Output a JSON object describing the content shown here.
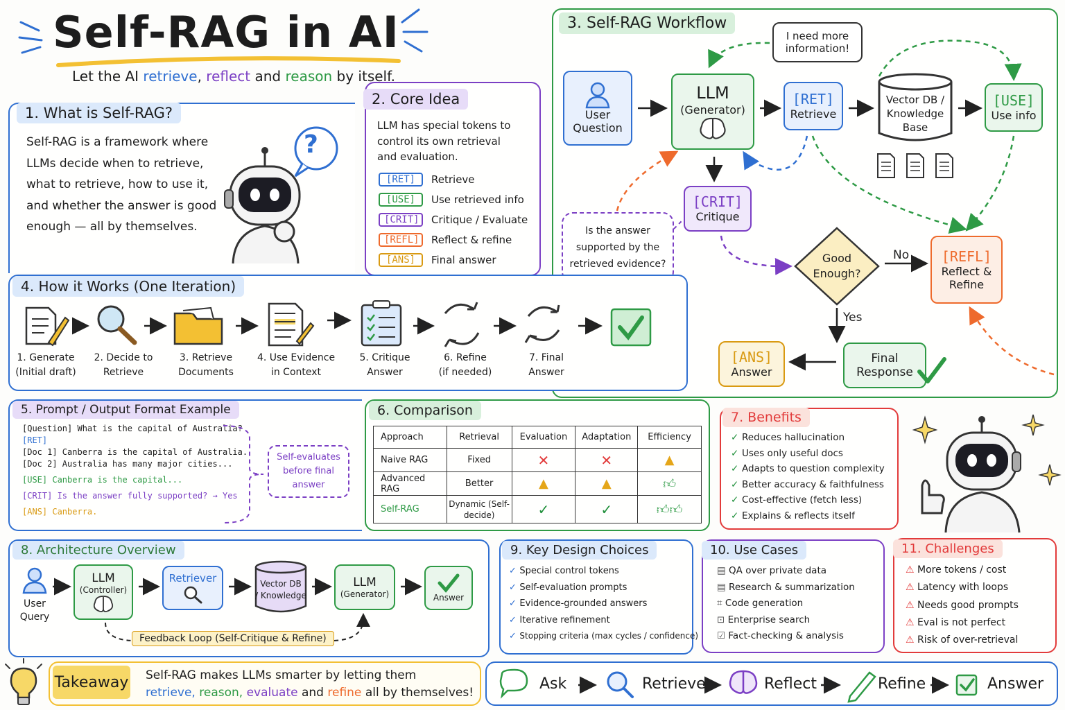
{
  "header": {
    "title": "Self-RAG in AI",
    "subtitle_pre": "Let the AI",
    "w_retrieve": "retrieve",
    "w_reflect": "reflect",
    "w_and": "and",
    "w_reason": "reason",
    "subtitle_post": "by itself."
  },
  "s1": {
    "title": "1. What is Self-RAG?",
    "lines": [
      "Self-RAG is a framework where",
      "LLMs decide when to retrieve,",
      "what to retrieve, how to use it,",
      "and whether the answer is good",
      "enough — all by themselves."
    ],
    "bubble": "?"
  },
  "s2": {
    "title": "2. Core Idea",
    "lines": [
      "LLM has special tokens to",
      "control its own retrieval",
      "and evaluation."
    ],
    "tokens": [
      {
        "tag": "[RET]",
        "label": "Retrieve",
        "color": "#2f6fd1"
      },
      {
        "tag": "[USE]",
        "label": "Use retrieved info",
        "color": "#2e9a45"
      },
      {
        "tag": "[CRIT]",
        "label": "Critique / Evaluate",
        "color": "#7b3fc4"
      },
      {
        "tag": "[REFL]",
        "label": "Reflect & refine",
        "color": "#ee6a2c"
      },
      {
        "tag": "[ANS]",
        "label": "Final answer",
        "color": "#d99a12"
      }
    ]
  },
  "s3": {
    "title": "3. Self-RAG Workflow",
    "user_q": [
      "User",
      "Question"
    ],
    "llm": [
      "LLM",
      "(Generator)"
    ],
    "bubble": [
      "I need more",
      "information!"
    ],
    "ret": [
      "[RET]",
      "Retrieve"
    ],
    "db": [
      "Vector DB /",
      "Knowledge",
      "Base"
    ],
    "use": [
      "[USE]",
      "Use info"
    ],
    "crit": [
      "[CRIT]",
      "Critique"
    ],
    "question_note": [
      "Is the answer",
      "supported by the",
      "retrieved evidence?"
    ],
    "diamond": [
      "Good",
      "Enough?"
    ],
    "no": "No",
    "yes": "Yes",
    "refl": [
      "[REFL]",
      "Reflect &",
      "Refine"
    ],
    "final": [
      "Final",
      "Response"
    ],
    "ans": [
      "[ANS]",
      "Answer"
    ]
  },
  "s4": {
    "title": "4. How it Works (One Iteration)",
    "steps": [
      [
        "1. Generate",
        "(Initial draft)"
      ],
      [
        "2. Decide to",
        "Retrieve"
      ],
      [
        "3. Retrieve",
        "Documents"
      ],
      [
        "4. Use Evidence",
        "in Context"
      ],
      [
        "5. Critique",
        "Answer"
      ],
      [
        "6. Refine",
        "(if needed)"
      ],
      [
        "7. Final",
        "Answer"
      ]
    ]
  },
  "s5": {
    "title": "5. Prompt / Output Format Example",
    "lines": [
      {
        "t": "[Question]  What is the capital of Australia?",
        "c": "#222"
      },
      {
        "t": "[RET]",
        "c": "#2f6fd1"
      },
      {
        "t": "[Doc 1]  Canberra is the capital of Australia.",
        "c": "#222"
      },
      {
        "t": "[Doc 2]  Australia has many major cities...",
        "c": "#222"
      },
      {
        "t": "[USE]  Canberra is the capital...",
        "c": "#2e9a45"
      },
      {
        "t": "[CRIT]  Is the answer fully supported? → Yes",
        "c": "#7b3fc4"
      },
      {
        "t": "[ANS]  Canberra.",
        "c": "#d99a12"
      }
    ],
    "note": [
      "Self-evaluates",
      "before final",
      "answer"
    ]
  },
  "s6": {
    "title": "6. Comparison",
    "headers": [
      "Approach",
      "Retrieval",
      "Evaluation",
      "Adaptation",
      "Efficiency"
    ],
    "rows": [
      {
        "name": "Naive RAG",
        "retrieval": "Fixed",
        "icons": [
          "cross",
          "cross",
          "warn"
        ]
      },
      {
        "name": "Advanced RAG",
        "retrieval": "Better",
        "icons": [
          "warn",
          "warn",
          "thumb"
        ]
      },
      {
        "name": "Self-RAG",
        "retrieval": "Dynamic (Self-decide)",
        "icons": [
          "check",
          "check",
          "thumbs"
        ]
      }
    ]
  },
  "s7": {
    "title": "7. Benefits",
    "items": [
      "Reduces hallucination",
      "Uses only useful docs",
      "Adapts to question complexity",
      "Better accuracy & faithfulness",
      "Cost-effective (fetch less)",
      "Explains & reflects itself"
    ]
  },
  "s8": {
    "title": "8. Architecture Overview",
    "user": [
      "User",
      "Query"
    ],
    "llm1": [
      "LLM",
      "(Controller)"
    ],
    "retriever": "Retriever",
    "db": [
      "Vector DB",
      "/ Knowledge"
    ],
    "llm2": [
      "LLM",
      "(Generator)"
    ],
    "answer": "Answer",
    "loop": "Feedback Loop (Self-Critique & Refine)"
  },
  "s9": {
    "title": "9. Key Design Choices",
    "items": [
      "Special control tokens",
      "Self-evaluation prompts",
      "Evidence-grounded answers",
      "Iterative refinement",
      "Stopping criteria (max cycles / confidence)"
    ]
  },
  "s10": {
    "title": "10. Use Cases",
    "items": [
      "QA over private data",
      "Research & summarization",
      "Code generation",
      "Enterprise search",
      "Fact-checking & analysis"
    ]
  },
  "s11": {
    "title": "11. Challenges",
    "items": [
      "More tokens / cost",
      "Latency with loops",
      "Needs good prompts",
      "Eval is not perfect",
      "Risk of over-retrieval"
    ]
  },
  "takeaway": {
    "label": "Takeaway",
    "l1": "Self-RAG makes LLMs smarter by letting them",
    "w1": "retrieve,",
    "w2": "reason,",
    "w3": "evaluate",
    "w4": "and",
    "w5": "refine",
    "w6": "all by themselves!"
  },
  "flow": [
    "Ask",
    "Retrieve",
    "Reflect",
    "Refine",
    "Answer"
  ],
  "colors": {
    "blue": "#2f6fd1",
    "green": "#2e9a45",
    "purple": "#7b3fc4",
    "orange": "#ee6a2c",
    "gold": "#d99a12",
    "red": "#e23b3b"
  }
}
